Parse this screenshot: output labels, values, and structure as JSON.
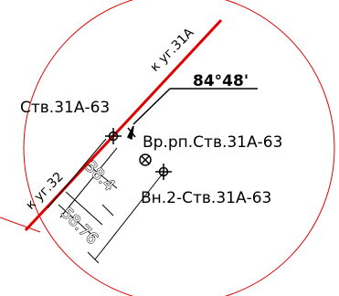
{
  "labels": {
    "direction_top": "к уг.31А",
    "direction_left": "к уг.32",
    "angle": "84°48'",
    "well_left": "Ств.31А-63",
    "well_right": "Вр.рп.Ств.31А-63",
    "well_bottom": "Вн.2-Ств.31А-63",
    "dimension_short": "38.4",
    "dimension_long": "58.76"
  },
  "colors": {
    "main_line": "#e00000",
    "circle": "#e00000",
    "ink": "#000000",
    "background": "#ffffff"
  }
}
